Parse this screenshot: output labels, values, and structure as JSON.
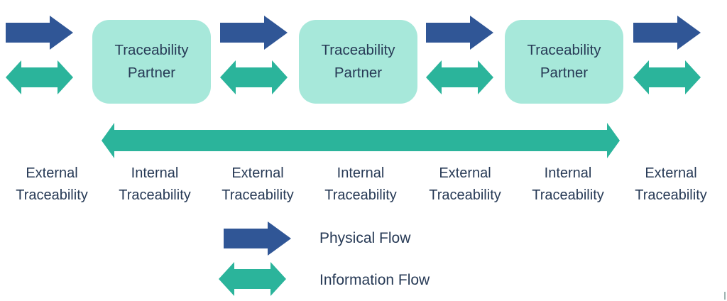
{
  "colors": {
    "blue": "#305696",
    "teal": "#2bb49b",
    "mint": "#a7e8da",
    "navy": "#273a56",
    "stray": "#9fb3b1"
  },
  "diagram": {
    "partners": [
      {
        "label": "Traceability Partner"
      },
      {
        "label": "Traceability Partner"
      },
      {
        "label": "Traceability Partner"
      }
    ],
    "trace_labels": [
      "External Traceability",
      "Internal Traceability",
      "External Traceability",
      "Internal Traceability",
      "External Traceability",
      "Internal Traceability",
      "External Traceability"
    ],
    "legend": {
      "physical_label": "Physical Flow",
      "information_label": "Information Flow"
    },
    "icons": {
      "physical_flow": "right-arrow",
      "information_flow": "double-headed-arrow",
      "span_arrow": "long-double-headed-arrow"
    }
  }
}
